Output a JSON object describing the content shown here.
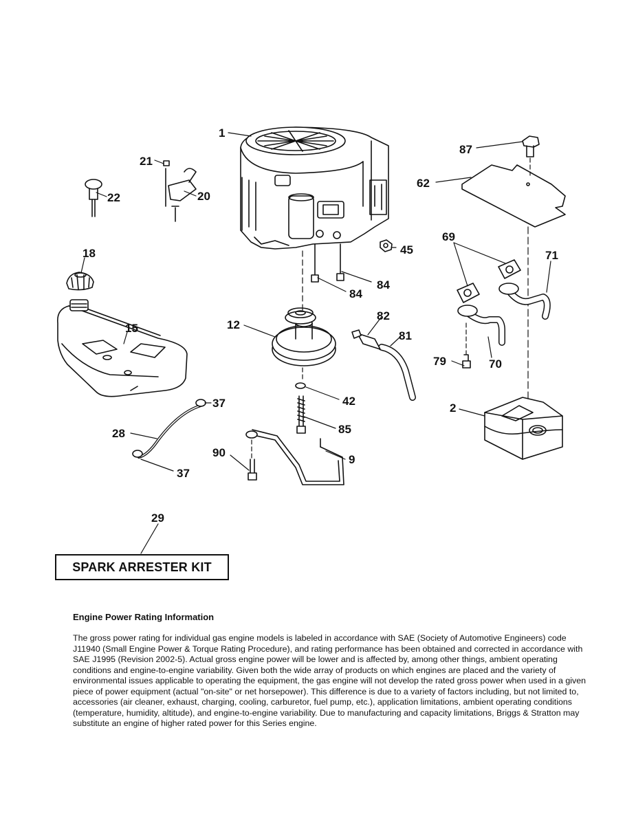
{
  "callouts": {
    "c1": "1",
    "c2": "2",
    "c9": "9",
    "c12": "12",
    "c15": "15",
    "c18": "18",
    "c20": "20",
    "c21": "21",
    "c22": "22",
    "c28": "28",
    "c29": "29",
    "c37a": "37",
    "c37b": "37",
    "c42": "42",
    "c45": "45",
    "c62": "62",
    "c69": "69",
    "c70": "70",
    "c71": "71",
    "c79": "79",
    "c81": "81",
    "c82": "82",
    "c84a": "84",
    "c84b": "84",
    "c85": "85",
    "c87": "87",
    "c90": "90"
  },
  "kit_label": "SPARK ARRESTER KIT",
  "info": {
    "heading": "Engine Power Rating Information",
    "body": "The gross power rating for individual gas engine models is labeled in accordance with SAE (Society of Automotive Engineers) code J11940 (Small Engine Power & Torque Rating Procedure), and rating performance has been obtained and corrected in accordance with SAE J1995 (Revision 2002-5). Actual gross engine power will be lower and is affected by, among other things, ambient operating conditions and engine-to-engine variability. Given both the wide array of products on which engines are placed and the variety of environmental issues applicable to operating the equipment, the gas engine will not develop the rated gross power when used in a given piece of power equipment (actual \"on-site\" or net horsepower). This difference is due to a variety of factors including, but not limited to, accessories (air cleaner, exhaust, charging, cooling, carburetor, fuel pump, etc.), application limitations, ambient operating conditions (temperature, humidity, altitude), and engine-to-engine variability. Due to manufacturing and capacity limitations, Briggs & Stratton may substitute an engine of higher rated power for this Series engine."
  }
}
